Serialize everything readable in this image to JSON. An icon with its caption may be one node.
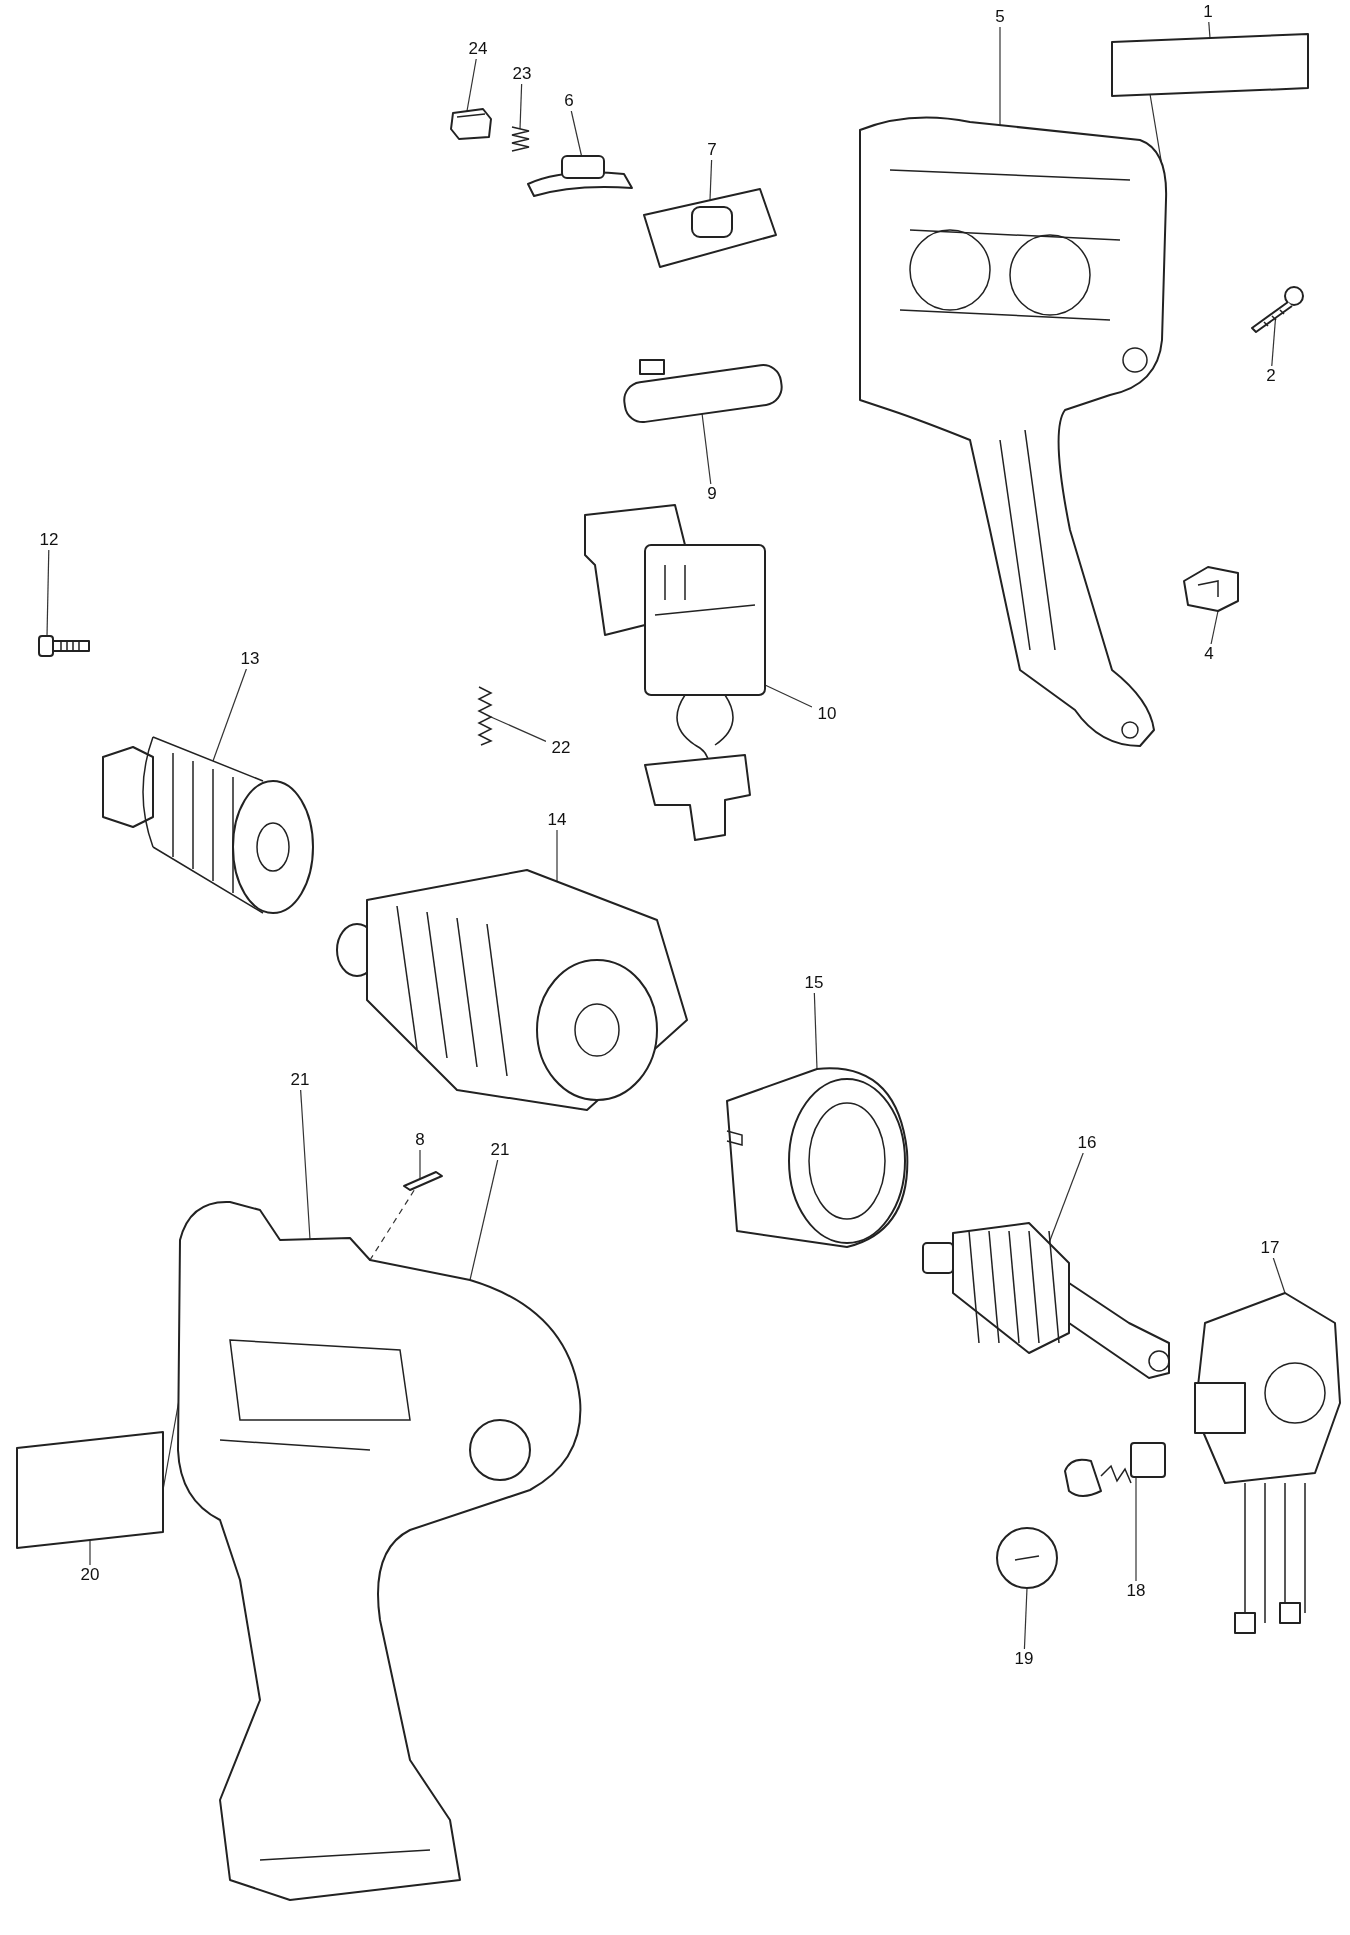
{
  "diagram": {
    "nodes": [
      {
        "text": [
          "24"
        ]
      },
      {
        "text": [
          "5"
        ]
      },
      {
        "text": [
          "1"
        ]
      },
      {
        "text": [
          "23"
        ]
      },
      {
        "text": [
          "6"
        ]
      },
      {
        "text": [
          "7"
        ]
      },
      {
        "text": [
          "2"
        ]
      },
      {
        "text": [
          "9"
        ]
      },
      {
        "text": [
          "12"
        ]
      },
      {
        "text": [
          "13"
        ]
      },
      {
        "text": [
          "10"
        ]
      },
      {
        "text": [
          "4"
        ]
      },
      {
        "text": [
          "22"
        ]
      },
      {
        "text": [
          "14"
        ]
      },
      {
        "text": [
          "15"
        ]
      },
      {
        "text": [
          "21"
        ]
      },
      {
        "text": [
          "8"
        ]
      },
      {
        "text": [
          "21"
        ]
      },
      {
        "text": [
          "16"
        ]
      },
      {
        "text": [
          "17"
        ]
      },
      {
        "text": [
          "20"
        ]
      },
      {
        "text": [
          "18"
        ]
      },
      {
        "text": [
          "19"
        ]
      },
      {
        "text": [],
        "shape": "picture"
      },
      {
        "text": [],
        "shape": "picture"
      },
      {
        "text": [],
        "shape": "box"
      },
      {
        "text": [],
        "shape": "picture"
      },
      {
        "text": [],
        "shape": "picture"
      },
      {
        "text": [],
        "shape": "picture"
      },
      {
        "text": [],
        "shape": "picture"
      },
      {
        "text": [],
        "shape": "picture"
      },
      {
        "text": [],
        "shape": "picture"
      },
      {
        "text": [],
        "shape": "picture"
      },
      {
        "text": [],
        "shape": "picture"
      },
      {
        "text": [],
        "shape": "picture"
      },
      {
        "text": [],
        "shape": "picture"
      },
      {
        "text": [],
        "shape": "picture"
      },
      {
        "text": [],
        "shape": "picture"
      },
      {
        "text": [],
        "shape": "picture"
      },
      {
        "text": [],
        "shape": "picture"
      },
      {
        "text": [],
        "shape": "picture"
      },
      {
        "text": [],
        "shape": "picture"
      },
      {
        "text": [],
        "shape": "box"
      },
      {
        "text": [],
        "shape": "picture"
      },
      {
        "text": [],
        "shape": "picture"
      }
    ],
    "edges": [
      {
        "from": 0,
        "to": 23,
        "arrow": "none"
      },
      {
        "from": 1,
        "to": 24,
        "arrow": "none"
      },
      {
        "from": 2,
        "to": 25,
        "arrow": "none"
      },
      {
        "from": 3,
        "to": 26,
        "arrow": "none"
      },
      {
        "from": 4,
        "to": 27,
        "arrow": "none"
      },
      {
        "from": 5,
        "to": 28,
        "arrow": "none"
      },
      {
        "from": 6,
        "to": 29,
        "arrow": "none"
      },
      {
        "from": 7,
        "to": 30,
        "arrow": "none"
      },
      {
        "from": 8,
        "to": 31,
        "arrow": "none"
      },
      {
        "from": 9,
        "to": 32,
        "arrow": "none"
      },
      {
        "from": 10,
        "to": 33,
        "arrow": "none"
      },
      {
        "from": 11,
        "to": 34,
        "arrow": "none"
      },
      {
        "from": 12,
        "to": 35,
        "arrow": "none"
      },
      {
        "from": 13,
        "to": 36,
        "arrow": "none"
      },
      {
        "from": 14,
        "to": 37,
        "arrow": "none"
      },
      {
        "from": 15,
        "to": 38,
        "arrow": "none"
      },
      {
        "from": 16,
        "to": 39,
        "arrow": "none"
      },
      {
        "from": 17,
        "to": 38,
        "arrow": "none"
      },
      {
        "from": 18,
        "to": 40,
        "arrow": "none"
      },
      {
        "from": 19,
        "to": 41,
        "arrow": "none"
      },
      {
        "from": 20,
        "to": 42,
        "arrow": "none"
      },
      {
        "from": 21,
        "to": 43,
        "arrow": "none"
      },
      {
        "from": 22,
        "to": 44,
        "arrow": "none"
      },
      {
        "from": 25,
        "to": 24,
        "arrow": "none"
      },
      {
        "from": 42,
        "to": 38,
        "arrow": "none"
      },
      {
        "from": 39,
        "to": 38,
        "arrow": "none",
        "style": "dashed"
      }
    ]
  }
}
